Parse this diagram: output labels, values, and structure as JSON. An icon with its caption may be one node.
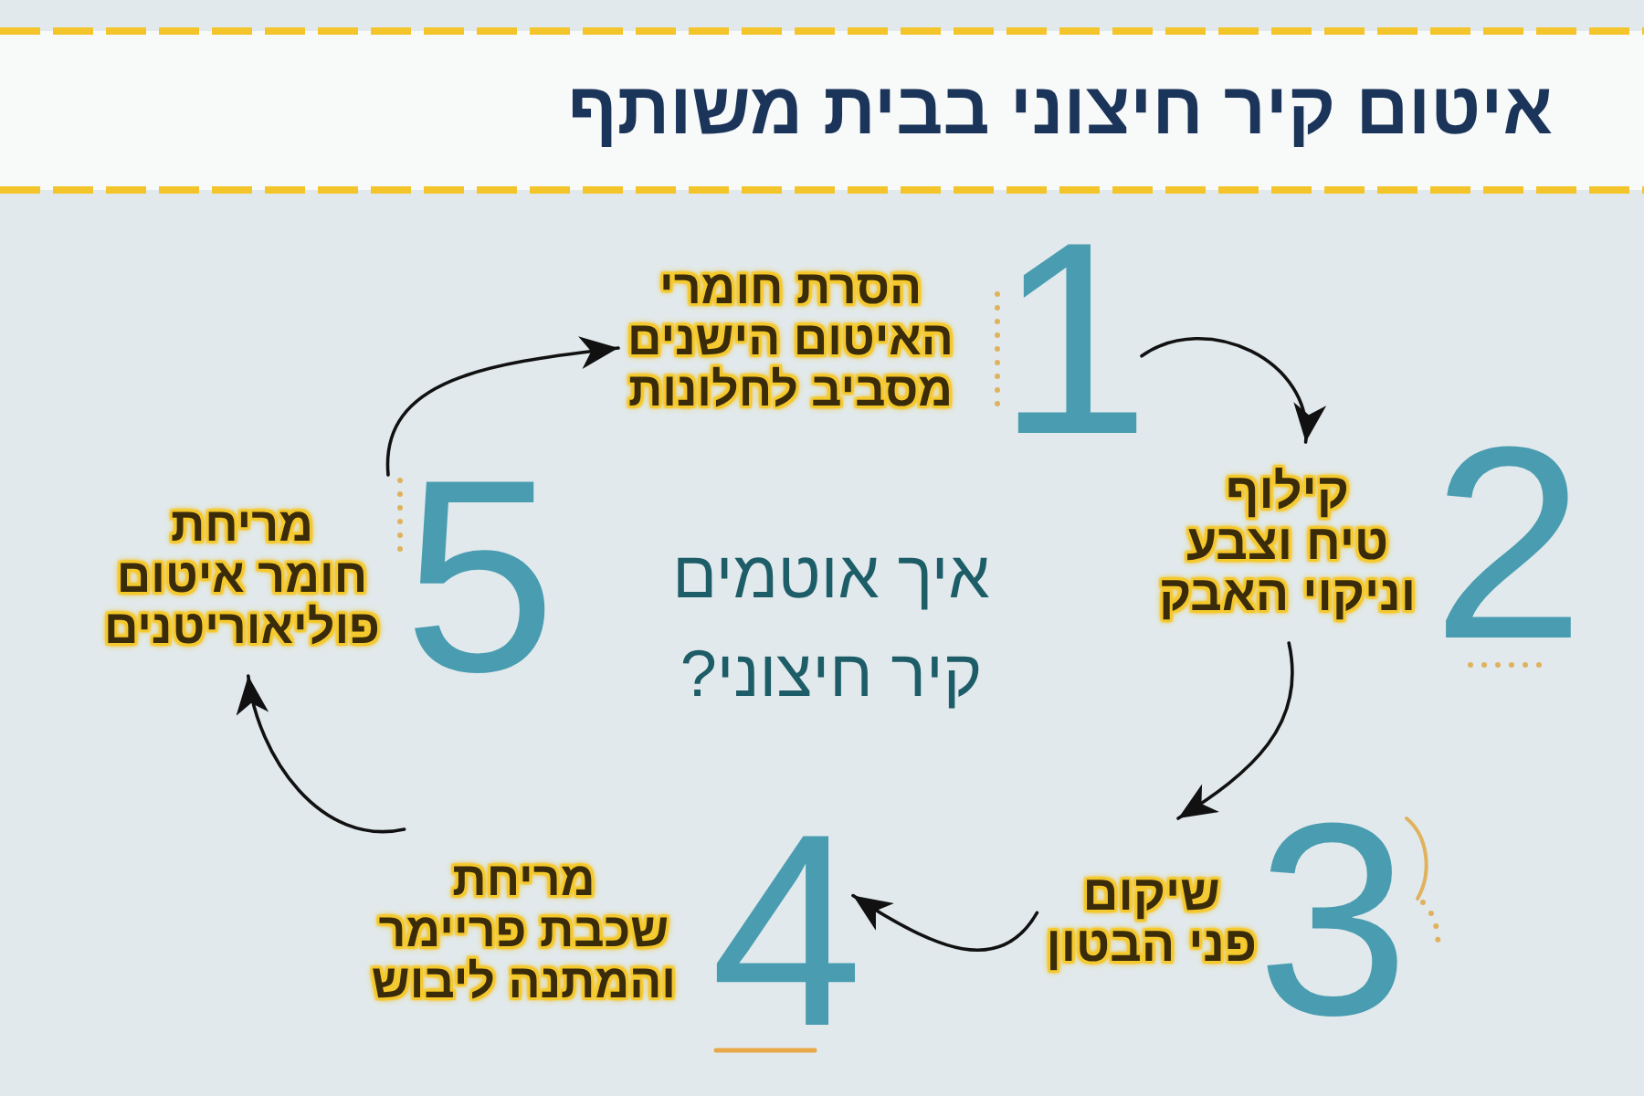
{
  "diagram": {
    "title": "איטום קיר חיצוני בבית משותף",
    "nodes": [
      {
        "text": [
          "הסרת חומרי האיטום הישנים מסביב לחלונות"
        ],
        "beside": [
          "1"
        ]
      },
      {
        "text": [
          "קילוף טיח וצבע וניקוי האבק"
        ],
        "beside": [
          "2"
        ]
      },
      {
        "text": [
          "שיקום פני הבטון"
        ],
        "beside": [
          "3"
        ]
      },
      {
        "text": [
          "מריחת שכבת פריימר והמתנה ליבוש"
        ],
        "beside": [
          "4"
        ]
      },
      {
        "text": [
          "מריחת חומר איטום פוליאוריטנים"
        ],
        "beside": [
          "5"
        ]
      }
    ],
    "edges": [
      {
        "from": 0,
        "to": 1,
        "arrow": "to"
      },
      {
        "from": 1,
        "to": 2,
        "arrow": "to"
      },
      {
        "from": 2,
        "to": 3,
        "arrow": "to"
      },
      {
        "from": 3,
        "to": 4,
        "arrow": "to"
      },
      {
        "from": 4,
        "to": 0,
        "arrow": "to"
      }
    ],
    "labels": [
      "איך אוטמים קיר חיצוני?"
    ]
  }
}
